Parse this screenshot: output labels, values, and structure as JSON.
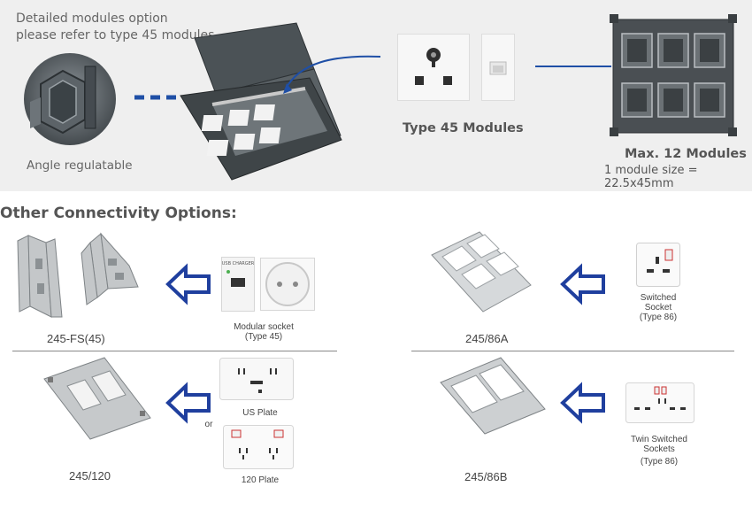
{
  "top": {
    "note_line1": "Detailed modules option",
    "note_line2": "please refer to type 45 modules",
    "angle_label": "Angle regulatable",
    "type45_label": "Type 45 Modules",
    "max_label": "Max. 12 Modules",
    "module_size": "1 module size = 22.5x45mm",
    "usb_text": "USB CHARGER"
  },
  "section_title": "Other Connectivity Options:",
  "items": {
    "fs45": {
      "caption": "245-FS(45)",
      "label_line1": "Modular socket",
      "label_line2": "(Type 45)"
    },
    "a86": {
      "caption": "245/86A",
      "label_line1": "Switched",
      "label_line2": "Socket",
      "label_line3": "(Type 86)"
    },
    "p120": {
      "caption": "245/120",
      "us_label": "US Plate",
      "or_label": "or",
      "plate_label": "120 Plate"
    },
    "b86": {
      "caption": "245/86B",
      "label_line1": "Twin Switched",
      "label_line2": "Sockets",
      "label_line3": "(Type 86)"
    }
  },
  "colors": {
    "arrow": "#1f3f9e",
    "connector": "#1f4fa6",
    "band": "#efefef"
  }
}
